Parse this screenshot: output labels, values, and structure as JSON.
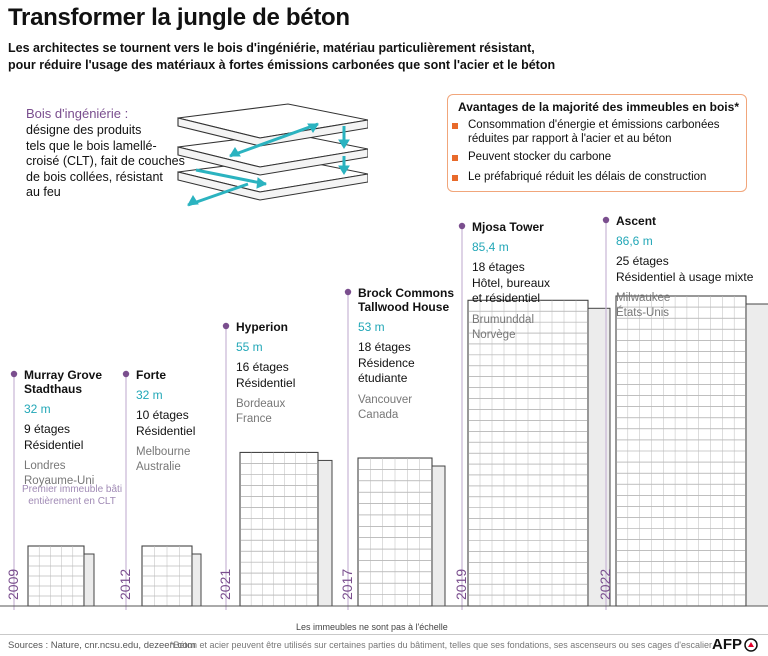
{
  "header": {
    "title": "Transformer la jungle de béton",
    "subtitle_lines": [
      "Les architectes se tournent vers le bois d'ingéniérie, matériau particulièrement résistant,",
      "pour réduire l'usage des matériaux à fortes émissions carbonées que sont l'acier et le béton"
    ]
  },
  "clt": {
    "title": "Bois d'ingéniérie :",
    "desc_lines": [
      "désigne des produits",
      "tels que le bois lamellé-",
      "croisé (CLT), fait de couches",
      "de bois collées, résistant",
      "au feu"
    ]
  },
  "advantages": {
    "title": "Avantages de la majorité des immeubles en bois*",
    "items": [
      [
        "Consommation d'énergie et émissions carbonées",
        "réduites par rapport à l'acier et au béton"
      ],
      [
        "Peuvent stocker du carbone"
      ],
      [
        "Le préfabriqué réduit les délais de construction"
      ]
    ]
  },
  "colors": {
    "year": "#7a4e8e",
    "height": "#22a7b7",
    "bullet": "#e86a2b",
    "box": "#f1a67b",
    "arrow": "#2bb3c0"
  },
  "chart_data": {
    "type": "bar",
    "ylabel": "",
    "series": [
      {
        "values": [
          32,
          32,
          55,
          53,
          85.4,
          86.6
        ]
      }
    ],
    "buildings": [
      {
        "name": [
          "Murray Grove",
          "Stadthaus"
        ],
        "height_label": "32 m",
        "height_m": 32,
        "info": [
          "9 étages",
          "Résidentiel"
        ],
        "location": [
          "Londres",
          "Royaume-Uni"
        ],
        "note": [
          "Premier immeuble bâti",
          "entièrement en CLT"
        ],
        "year": "2009"
      },
      {
        "name": [
          "Forte"
        ],
        "height_label": "32 m",
        "height_m": 32,
        "info": [
          "10 étages",
          "Résidentiel"
        ],
        "location": [
          "Melbourne",
          "Australie"
        ],
        "note": [],
        "year": "2012"
      },
      {
        "name": [
          "Hyperion"
        ],
        "height_label": "55 m",
        "height_m": 55,
        "info": [
          "16 étages",
          "Résidentiel"
        ],
        "location": [
          "Bordeaux",
          "France"
        ],
        "note": [],
        "year": "2021"
      },
      {
        "name": [
          "Brock Commons",
          "Tallwood House"
        ],
        "height_label": "53 m",
        "height_m": 53,
        "info": [
          "18 étages",
          "Résidence",
          "étudiante"
        ],
        "location": [
          "Vancouver",
          "Canada"
        ],
        "note": [],
        "year": "2017"
      },
      {
        "name": [
          "Mjosa Tower"
        ],
        "height_label": "85,4 m",
        "height_m": 85.4,
        "info": [
          "18 étages",
          "Hôtel, bureaux",
          "et résidentiel"
        ],
        "location": [
          "Brumunddal",
          "Norvège"
        ],
        "note": [],
        "year": "2019"
      },
      {
        "name": [
          "Ascent"
        ],
        "height_label": "86,6 m",
        "height_m": 86.6,
        "info": [
          "25 étages",
          "Résidentiel à usage mixte"
        ],
        "location": [
          "Milwaukee",
          "États-Unis"
        ],
        "note": [],
        "year": "2022"
      }
    ]
  },
  "footer": {
    "scale_note": "Les immeubles ne sont pas à l'échelle",
    "sources": "Sources : Nature, cnr.ncsu.edu, dezeen.com",
    "footnote": "*Béton et acier peuvent être utilisés sur certaines parties du bâtiment, telles que ses fondations, ses ascenseurs ou ses cages d'escalier",
    "logo": "AFP"
  }
}
